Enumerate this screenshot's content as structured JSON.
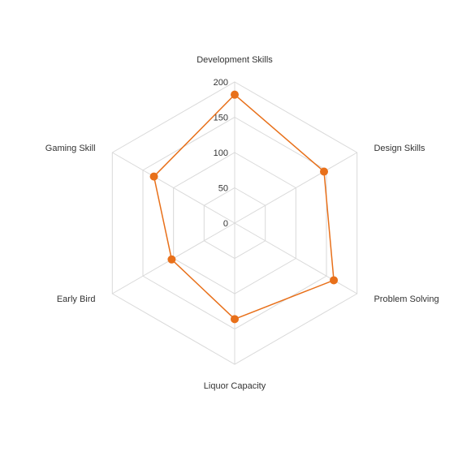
{
  "chart_data": {
    "type": "radar",
    "categories": [
      "Development Skills",
      "Design Skills",
      "Problem Solving",
      "Liquor Capacity",
      "Early Bird",
      "Gaming Skill"
    ],
    "series": [
      {
        "values": [
          182,
          146,
          162,
          136,
          103,
          132
        ],
        "color": "#e8701a"
      }
    ],
    "ticks": [
      "0",
      "50",
      "100",
      "150",
      "200"
    ],
    "tick_values": [
      0,
      50,
      100,
      150,
      200
    ],
    "ylim": [
      0,
      200
    ],
    "grid": true,
    "grid_color": "#d9d9d9",
    "legend": "none"
  }
}
